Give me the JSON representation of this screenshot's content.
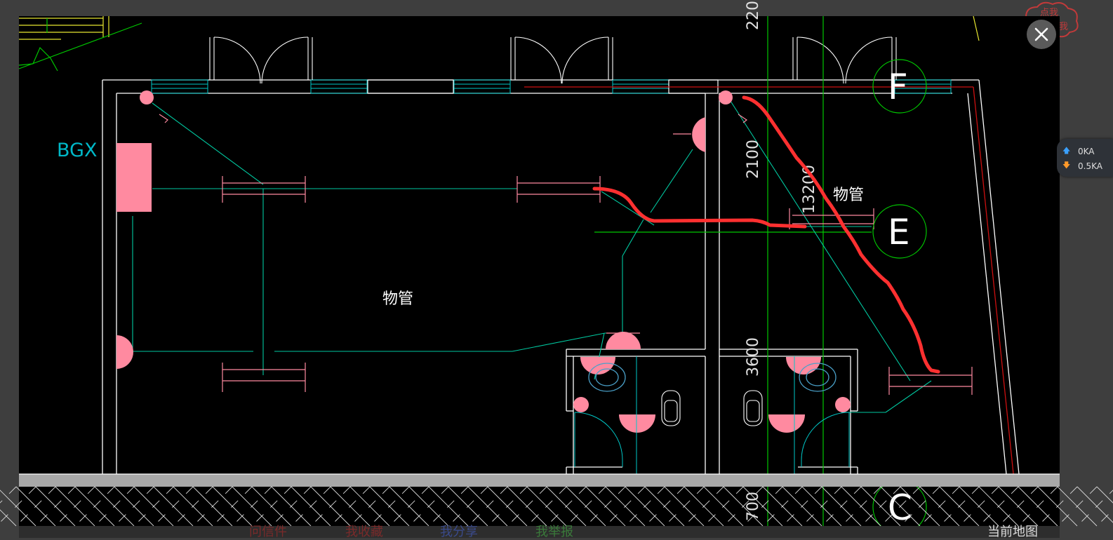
{
  "drawing": {
    "labels": {
      "bgx": "BGX",
      "room_left": "物管",
      "room_right": "物管",
      "dim_220": "220",
      "dim_2100": "2100",
      "dim_13200": "13200",
      "dim_3600": "3600",
      "dim_700": "700"
    },
    "grid_bubbles": {
      "top": "F",
      "middle": "E",
      "bottom": "C"
    },
    "colors": {
      "background": "#000000",
      "wall": "#ffffff",
      "window": "#00c8c8",
      "fixture": "#ff8aa0",
      "grid_line": "#00c800",
      "markup": "#ff3030",
      "dim_text": "#e0e0e0",
      "bgx_text": "#00b8c8"
    }
  },
  "network_widget": {
    "upload": "0KA",
    "download": "0.5KA",
    "upload_color": "#3aa0ff",
    "download_color": "#ff9a2a"
  },
  "cloud_badge": {
    "line1": "点我",
    "line2": "我"
  },
  "background_links": [
    "问信件",
    "我收藏",
    "我分享",
    "我举报",
    "当前地图"
  ],
  "close_button": {
    "label": "close"
  }
}
